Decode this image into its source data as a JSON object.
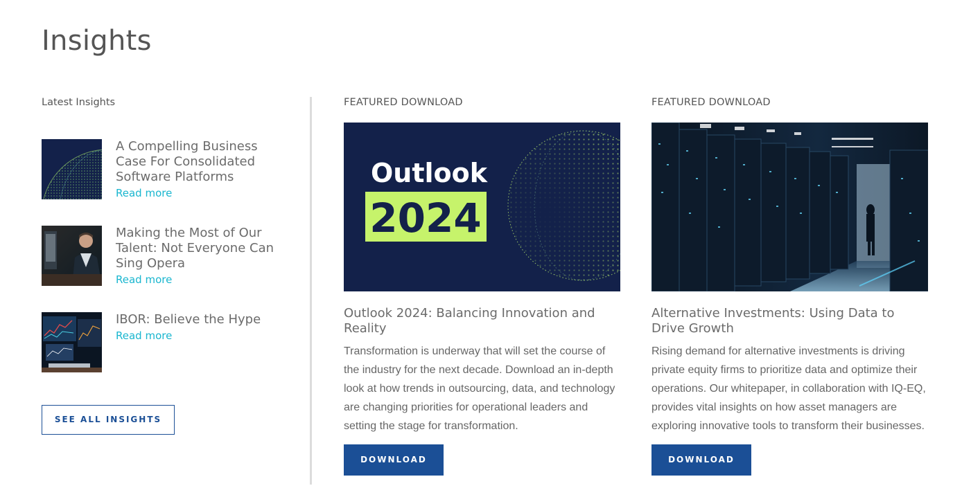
{
  "page": {
    "title": "Insights"
  },
  "latest": {
    "heading": "Latest Insights",
    "items": [
      {
        "title": "A Compelling Business Case For Consolidated Software Platforms",
        "link": "Read more",
        "thumb_icon": "dot-globe-image"
      },
      {
        "title": "Making the Most of Our Talent: Not Everyone Can Sing Opera",
        "link": "Read more",
        "thumb_icon": "man-at-desk-image"
      },
      {
        "title": "IBOR: Believe the Hype",
        "link": "Read more",
        "thumb_icon": "trading-monitors-image"
      }
    ],
    "see_all_label": "SEE ALL INSIGHTS"
  },
  "features": [
    {
      "label": "FEATURED DOWNLOAD",
      "image": {
        "line1": "Outlook",
        "line2": "2024"
      },
      "title": "Outlook 2024: Balancing Innovation and Reality",
      "body": "Transformation is underway that will set the course of the industry for the next decade.  Download an in-depth look at how trends in outsourcing, data, and technology are changing priorities for operational leaders and setting the stage for transformation.",
      "button": "DOWNLOAD"
    },
    {
      "label": "FEATURED DOWNLOAD",
      "image_icon": "data-center-image",
      "title": "Alternative Investments: Using Data to Drive Growth",
      "body": "Rising demand for alternative investments is driving private equity firms to prioritize data and optimize their operations. Our whitepaper, in collaboration with IQ-EQ, provides vital insights on how asset managers are exploring innovative tools to transform their businesses.",
      "button": "DOWNLOAD"
    }
  ],
  "colors": {
    "accent_link": "#19b6cf",
    "brand_blue": "#1b4f96",
    "navy": "#13214a",
    "lime": "#c6f36b"
  }
}
